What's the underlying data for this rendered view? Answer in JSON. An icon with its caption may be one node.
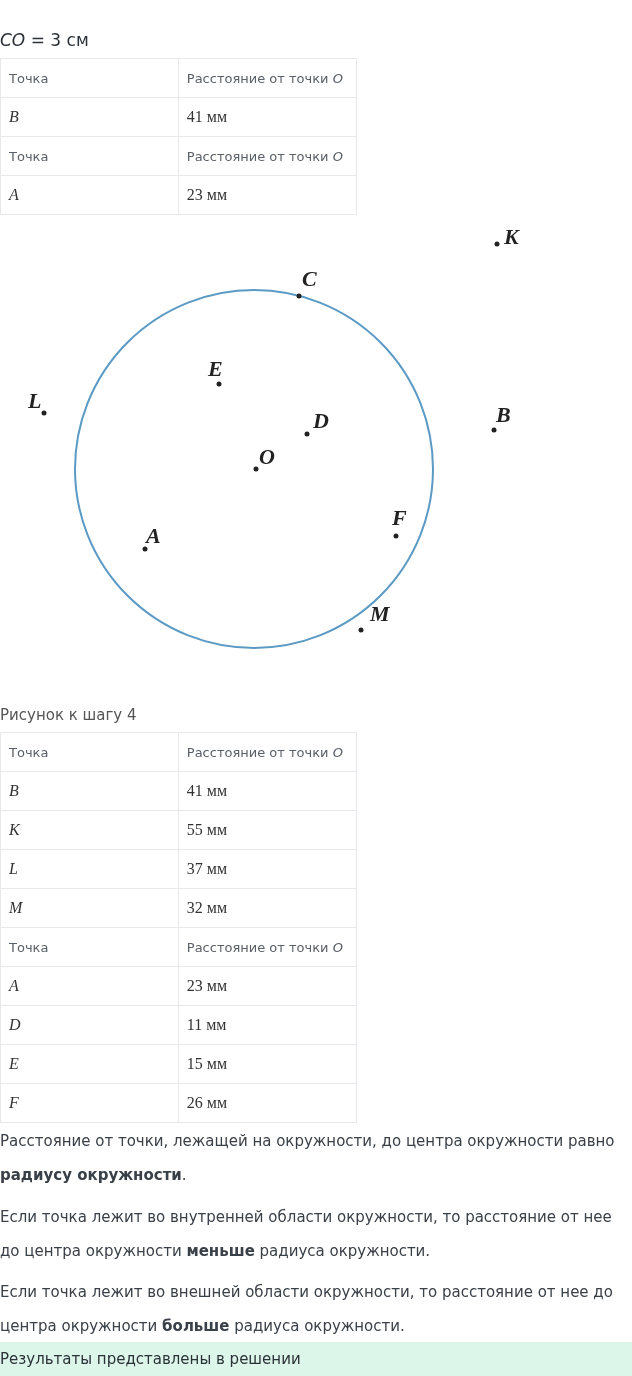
{
  "diagram": {
    "labels": [
      "*CO* = 3 см",
      "Точка",
      "Расстояние от точки *O*",
      "B",
      "41 мм",
      "Точка",
      "Расстояние от точки *O*",
      "A",
      "23 мм",
      "K",
      "C",
      "E",
      "L",
      "D",
      "B",
      "O",
      "F",
      "A",
      "M",
      "Рисунок к шагу 4",
      "Точка",
      "Расстояние от точки *O*",
      "B",
      "41 мм",
      "K",
      "55 мм",
      "L",
      "37 мм",
      "M",
      "32 мм",
      "Точка",
      "Расстояние от точки *O*",
      "A",
      "23 мм",
      "D",
      "11 мм",
      "E",
      "15 мм",
      "F",
      "26 мм",
      "Расстояние от точки, лежащей на окружности, до центра окружности равно **радиусу окружности**.",
      "Если точка лежит во внутренней области окружности, то расстояние от нее до центра окружности **меньше** радиуса окружности.",
      "Если точка лежит во внешней области окружности, то расстояние от нее до центра окружности **больше** радиуса окружности.",
      "Результаты представлены в решении"
    ]
  }
}
